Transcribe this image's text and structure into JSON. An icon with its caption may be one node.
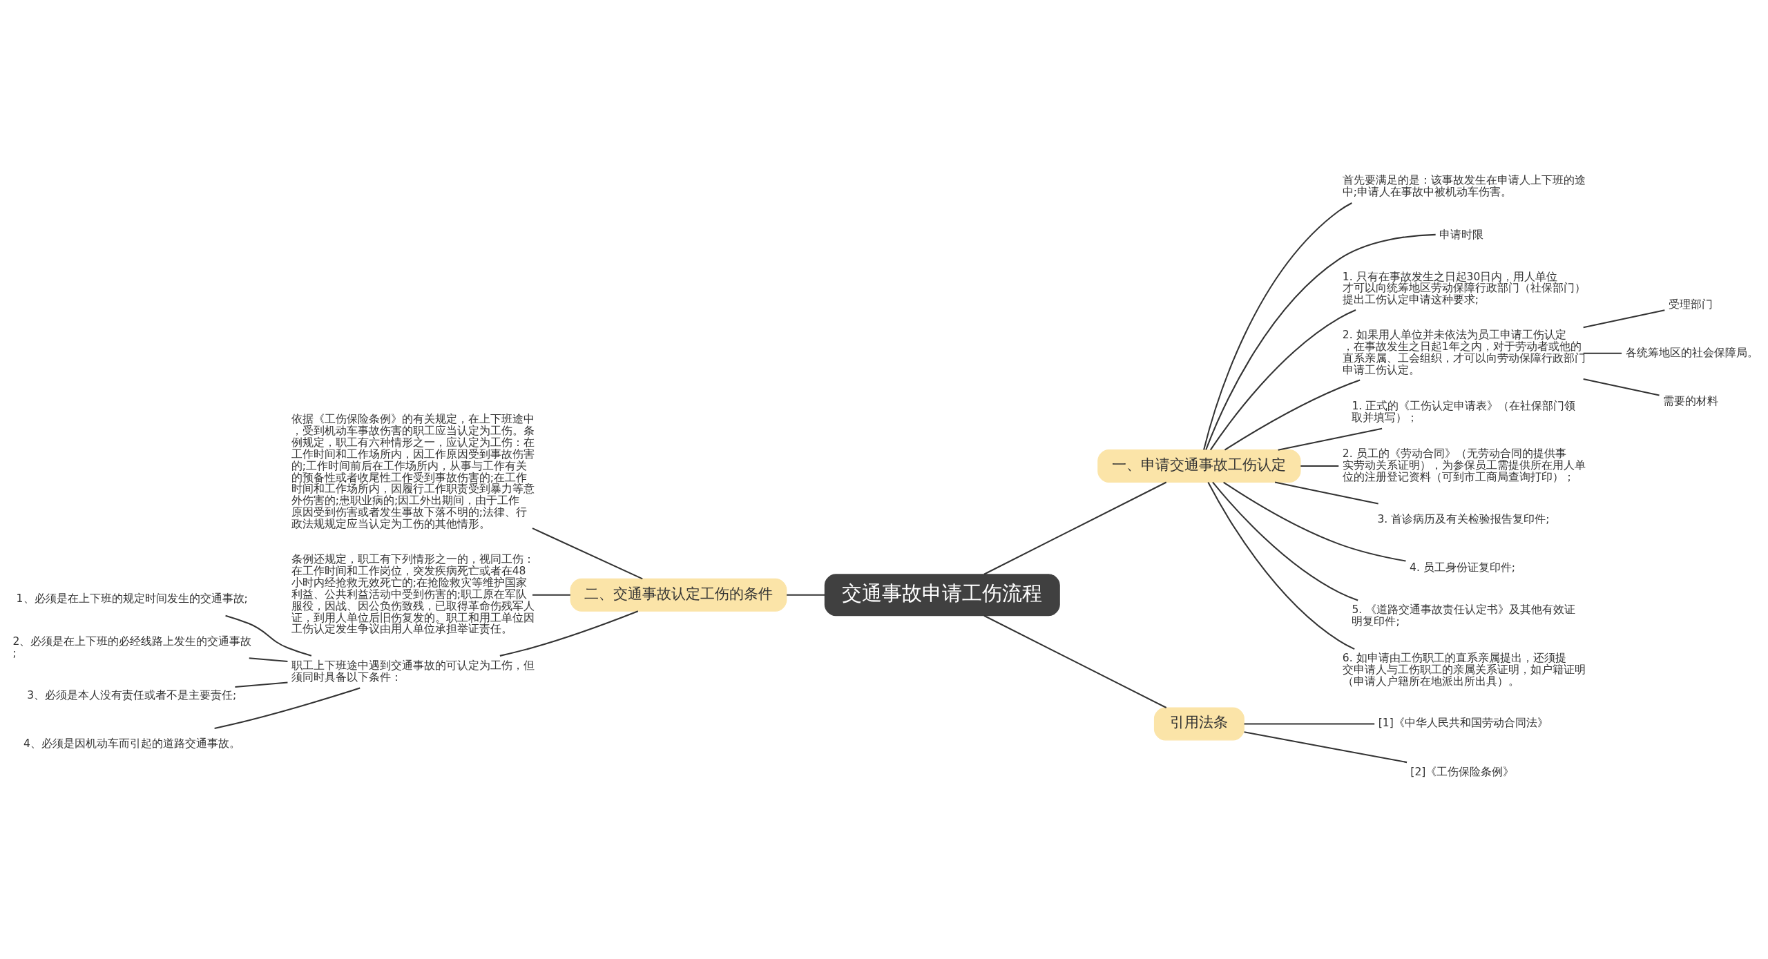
{
  "diagram": {
    "nodes": [
      {
        "text": [
          "交通事故申请工伤流程"
        ]
      },
      {
        "text": [
          "一、申请交通事故工伤认定"
        ]
      },
      {
        "text": [
          "首先要满足的是：该事故发生在申请人上下班的途中;申请人在事故中被机动车伤害。"
        ]
      },
      {
        "text": [
          "申请时限"
        ]
      },
      {
        "text": [
          "1. 只有在事故发生之日起30日内，用人单位才可以向统筹地区劳动保障行政部门（社保部门）提出工伤认定申请这种要求;"
        ]
      },
      {
        "text": [
          "2. 如果用人单位并未依法为员工申请工伤认定，在事故发生之日起1年之内，对于劳动者或他的直系亲属、工会组织，才可以向劳动保障行政部门申请工伤认定。"
        ]
      },
      {
        "text": [
          "受理部门"
        ]
      },
      {
        "text": [
          "各统筹地区的社会保障局。"
        ]
      },
      {
        "text": [
          "需要的材料"
        ]
      },
      {
        "text": [
          "1. 正式的《工伤认定申请表》（在社保部门领取并填写）；"
        ]
      },
      {
        "text": [
          "2. 员工的《劳动合同》（无劳动合同的提供事实劳动关系证明），为参保员工需提供所在用人单位的注册登记资料（可到市工商局查询打印）；"
        ]
      },
      {
        "text": [
          "3. 首诊病历及有关检验报告复印件;"
        ]
      },
      {
        "text": [
          "4. 员工身份证复印件;"
        ]
      },
      {
        "text": [
          "5. 《道路交通事故责任认定书》及其他有效证明复印件;"
        ]
      },
      {
        "text": [
          "6. 如申请由工伤职工的直系亲属提出，还须提交申请人与工伤职工的亲属关系证明，如户籍证明（申请人户籍所在地派出所出具）。"
        ]
      },
      {
        "text": [
          "引用法条"
        ]
      },
      {
        "text": [
          "[1]《中华人民共和国劳动合同法》"
        ]
      },
      {
        "text": [
          "[2]《工伤保险条例》"
        ]
      },
      {
        "text": [
          "二、交通事故认定工伤的条件"
        ]
      },
      {
        "text": [
          "依据《工伤保险条例》的有关规定，在上下班途中，受到机动车事故伤害的职工应当认定为工伤。条例规定，职工有六种情形之一，应认定为工伤：在工作时间和工作场所内，因工作原因受到事故伤害的;工作时间前后在工作场所内，从事与工作有关的预备性或者收尾性工作受到事故伤害的;在工作时间和工作场所内，因履行工作职责受到暴力等意外伤害的;患职业病的;因工外出期间，由于工作原因受到伤害或者发生事故下落不明的;法律、行政法规规定应当认定为工伤的其他情形。"
        ]
      },
      {
        "text": [
          "条例还规定，职工有下列情形之一的，视同工伤：在工作时间和工作岗位，突发疾病死亡或者在48小时内经抢救无效死亡的;在抢险救灾等维护国家利益、公共利益活动中受到伤害的;职工原在军队服役，因战、因公负伤致残，已取得革命伤残军人证，到用人单位后旧伤复发的。职工和用工单位因工伤认定发生争议由用人单位承担举证责任。"
        ]
      },
      {
        "text": [
          "职工上下班途中遇到交通事故的可认定为工伤，但须同时具备以下条件："
        ]
      },
      {
        "text": [
          "1、必须是在上下班的规定时间发生的交通事故;"
        ]
      },
      {
        "text": [
          "2、必须是在上下班的必经线路上发生的交通事故;"
        ]
      },
      {
        "text": [
          "3、必须是本人没有责任或者不是主要责任;"
        ]
      },
      {
        "text": [
          "4、必须是因机动车而引起的道路交通事故。"
        ]
      }
    ],
    "edges": [
      {
        "from": 0,
        "to": 1,
        "arrow": "none"
      },
      {
        "from": 1,
        "to": 2,
        "arrow": "none"
      },
      {
        "from": 1,
        "to": 3,
        "arrow": "none"
      },
      {
        "from": 1,
        "to": 4,
        "arrow": "none"
      },
      {
        "from": 1,
        "to": 5,
        "arrow": "none"
      },
      {
        "from": 5,
        "to": 6,
        "arrow": "none"
      },
      {
        "from": 5,
        "to": 7,
        "arrow": "none"
      },
      {
        "from": 5,
        "to": 8,
        "arrow": "none"
      },
      {
        "from": 1,
        "to": 9,
        "arrow": "none"
      },
      {
        "from": 1,
        "to": 10,
        "arrow": "none"
      },
      {
        "from": 1,
        "to": 11,
        "arrow": "none"
      },
      {
        "from": 1,
        "to": 12,
        "arrow": "none"
      },
      {
        "from": 1,
        "to": 13,
        "arrow": "none"
      },
      {
        "from": 1,
        "to": 14,
        "arrow": "none"
      },
      {
        "from": 0,
        "to": 15,
        "arrow": "none"
      },
      {
        "from": 15,
        "to": 16,
        "arrow": "none"
      },
      {
        "from": 15,
        "to": 17,
        "arrow": "none"
      },
      {
        "from": 0,
        "to": 18,
        "arrow": "none"
      },
      {
        "from": 18,
        "to": 19,
        "arrow": "none"
      },
      {
        "from": 18,
        "to": 20,
        "arrow": "none"
      },
      {
        "from": 18,
        "to": 21,
        "arrow": "none"
      },
      {
        "from": 21,
        "to": 22,
        "arrow": "none"
      },
      {
        "from": 21,
        "to": 23,
        "arrow": "none"
      },
      {
        "from": 21,
        "to": 24,
        "arrow": "none"
      },
      {
        "from": 21,
        "to": 25,
        "arrow": "none"
      }
    ]
  }
}
